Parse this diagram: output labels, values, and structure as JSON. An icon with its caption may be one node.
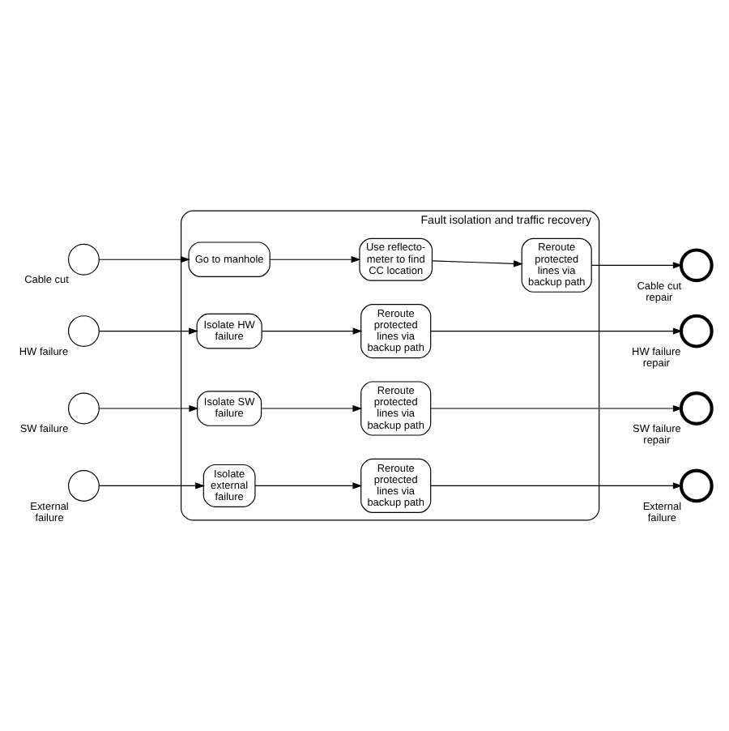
{
  "diagram": {
    "nodes": [
      {
        "text": [
          "Fault isolation and traffic recovery"
        ]
      },
      {
        "text": [],
        "shape": "circle",
        "beside": [
          "Cable cut"
        ]
      },
      {
        "text": [
          "Go to manhole"
        ],
        "in": 0
      },
      {
        "text": [
          "Use reflecto- meter to find CC location"
        ],
        "in": 0
      },
      {
        "text": [
          "Reroute protected lines via backup path"
        ],
        "in": 0
      },
      {
        "text": [],
        "shape": "circle",
        "beside": [
          "Cable cut repair"
        ]
      },
      {
        "text": [],
        "shape": "circle",
        "beside": [
          "HW failure"
        ]
      },
      {
        "text": [
          "Isolate HW failure"
        ],
        "in": 0
      },
      {
        "text": [
          "Reroute protected lines via backup path"
        ],
        "in": 0
      },
      {
        "text": [],
        "shape": "circle",
        "beside": [
          "HW failure repair"
        ]
      },
      {
        "text": [],
        "shape": "circle",
        "beside": [
          "SW failure"
        ]
      },
      {
        "text": [
          "Isolate SW failure"
        ],
        "in": 0
      },
      {
        "text": [
          "Reroute protected lines via backup path"
        ],
        "in": 0
      },
      {
        "text": [],
        "shape": "circle",
        "beside": [
          "SW failure repair"
        ]
      },
      {
        "text": [],
        "shape": "circle",
        "beside": [
          "External failure"
        ]
      },
      {
        "text": [
          "Isolate external failure"
        ],
        "in": 0
      },
      {
        "text": [
          "Reroute protected lines via backup path"
        ],
        "in": 0
      },
      {
        "text": [],
        "shape": "circle",
        "beside": [
          "External failure"
        ]
      }
    ],
    "edges": [
      {
        "from": 1,
        "to": 2,
        "arrow": "to"
      },
      {
        "from": 2,
        "to": 3,
        "arrow": "to"
      },
      {
        "from": 3,
        "to": 4,
        "arrow": "to"
      },
      {
        "from": 4,
        "to": 5,
        "arrow": "to"
      },
      {
        "from": 6,
        "to": 7,
        "arrow": "to"
      },
      {
        "from": 7,
        "to": 8,
        "arrow": "to"
      },
      {
        "from": 8,
        "to": 9,
        "arrow": "to"
      },
      {
        "from": 10,
        "to": 11,
        "arrow": "to"
      },
      {
        "from": 11,
        "to": 12,
        "arrow": "to"
      },
      {
        "from": 12,
        "to": 13,
        "arrow": "to"
      },
      {
        "from": 14,
        "to": 15,
        "arrow": "to"
      },
      {
        "from": 15,
        "to": 16,
        "arrow": "to"
      },
      {
        "from": 16,
        "to": 17,
        "arrow": "to"
      }
    ]
  }
}
